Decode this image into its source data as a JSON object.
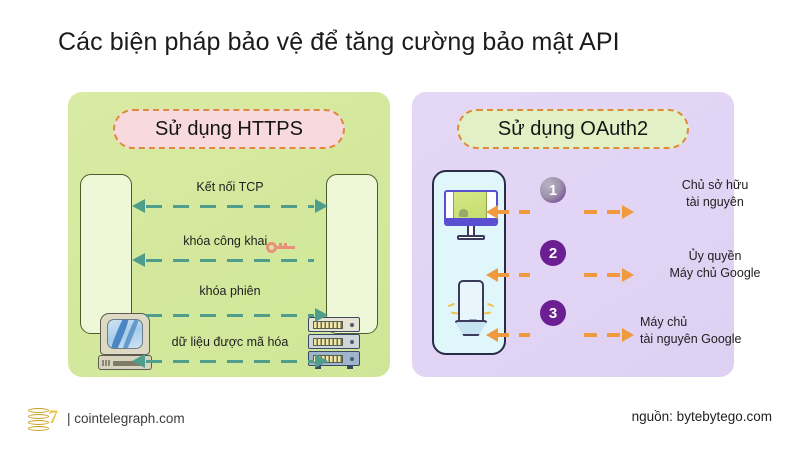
{
  "page": {
    "title": "Các biện pháp bảo vệ để tăng cường bảo mật API"
  },
  "colors": {
    "https_panel_bg": "#d6e9a0",
    "oauth_panel_bg": "#e2d4f4",
    "https_chip_bg": "#f7d9de",
    "oauth_chip_bg": "#e2f0c6",
    "chip_border": "#e08a3c",
    "https_arrow": "#4f9e8c",
    "oauth_arrow": "#ef9a3e",
    "badge_purple": "#6b1f93",
    "key_icon": "#e8917a",
    "device_panel_bg": "#dff6fb"
  },
  "https_panel": {
    "heading": "Sử dụng HTTPS",
    "left_device_icon": "crt-computer-icon",
    "right_device_icon": "server-rack-icon",
    "flows": [
      {
        "label": "Kết nối TCP",
        "direction": "both",
        "has_key_icon": false
      },
      {
        "label": "khóa công khai",
        "direction": "left",
        "has_key_icon": true
      },
      {
        "label": "khóa phiên",
        "direction": "right",
        "has_key_icon": false
      },
      {
        "label": "dữ liệu được mã hóa",
        "direction": "both",
        "has_key_icon": false
      }
    ]
  },
  "oauth_panel": {
    "heading": "Sử dụng OAuth2",
    "device_icons": [
      "desktop-monitor-icon",
      "mobile-phone-icon"
    ],
    "steps": [
      {
        "number": "1",
        "lines": [
          "Chủ sở hữu",
          "tài nguyên"
        ],
        "align": "center",
        "badge_style": "gradient"
      },
      {
        "number": "2",
        "lines": [
          "Ủy quyền",
          "Máy chủ Google"
        ],
        "align": "center",
        "badge_style": "solid"
      },
      {
        "number": "3",
        "lines": [
          "Máy chủ",
          "tài nguyên Google"
        ],
        "align": "left",
        "badge_style": "solid"
      }
    ]
  },
  "footer": {
    "logo_icon": "cointelegraph-coins-logo",
    "brand": "| cointelegraph.com",
    "source": "nguồn: bytebytego.com"
  }
}
